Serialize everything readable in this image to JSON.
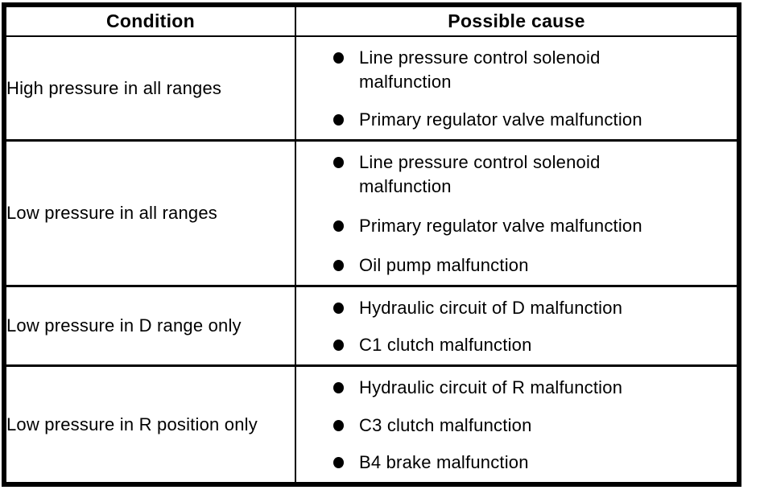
{
  "table": {
    "headers": [
      "Condition",
      "Possible cause"
    ],
    "rows": [
      {
        "condition": "High pressure in all ranges",
        "causes": [
          "Line pressure control solenoid\nmalfunction",
          "Primary regulator valve malfunction"
        ]
      },
      {
        "condition": "Low pressure in all ranges",
        "causes": [
          "Line pressure control solenoid\nmalfunction",
          "Primary regulator valve malfunction",
          "Oil pump malfunction"
        ]
      },
      {
        "condition": "Low pressure in D range only",
        "causes": [
          "Hydraulic circuit of D malfunction",
          "C1 clutch malfunction"
        ]
      },
      {
        "condition": "Low pressure in R position only",
        "causes": [
          "Hydraulic circuit of R malfunction",
          "C3 clutch malfunction",
          "B4 brake malfunction"
        ]
      }
    ],
    "bullet_icon": "filled-circle-bullet",
    "colors": {
      "border": "#000000",
      "text": "#000000",
      "background": "#ffffff"
    }
  }
}
